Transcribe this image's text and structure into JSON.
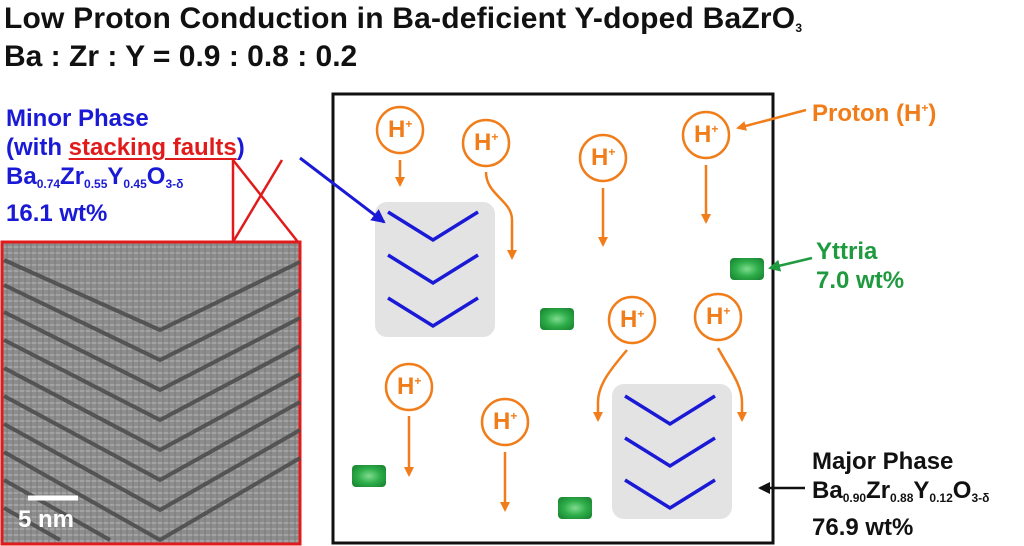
{
  "title": {
    "line1_main": "Low Proton Conduction in Ba-deficient Y-doped BaZrO",
    "line1_sub": "3",
    "line2": "Ba : Zr : Y = 0.9 : 0.8 : 0.2"
  },
  "minor_phase": {
    "line1": "Minor Phase",
    "line2_pre": "(with ",
    "line2_ul": "stacking faults",
    "line2_post": ")",
    "formula": {
      "ba": "Ba",
      "ba_sub": "0.74",
      "zr": "Zr",
      "zr_sub": "0.55",
      "y": "Y",
      "y_sub": "0.45",
      "o": "O",
      "o_sub": "3-δ"
    },
    "wt": "16.1 wt%"
  },
  "micrograph": {
    "scale_bar": "5 nm"
  },
  "proton": {
    "label_pre": "Proton (H",
    "label_sup": "+",
    "label_post": ")",
    "symbol": "H",
    "charge": "+"
  },
  "yttria": {
    "name": "Yttria",
    "wt": "7.0 wt%"
  },
  "major_phase": {
    "line1": "Major Phase",
    "formula": {
      "ba": "Ba",
      "ba_sub": "0.90",
      "zr": "Zr",
      "zr_sub": "0.88",
      "y": "Y",
      "y_sub": "0.12",
      "o": "O",
      "o_sub": "3-δ"
    },
    "wt": "76.9 wt%"
  },
  "colors": {
    "proton": "#f07d1a",
    "minor": "#1a1ad6",
    "yttria": "#1f9a3f",
    "fault_box": "#e3e3e3",
    "underline": "#e11b1b"
  }
}
